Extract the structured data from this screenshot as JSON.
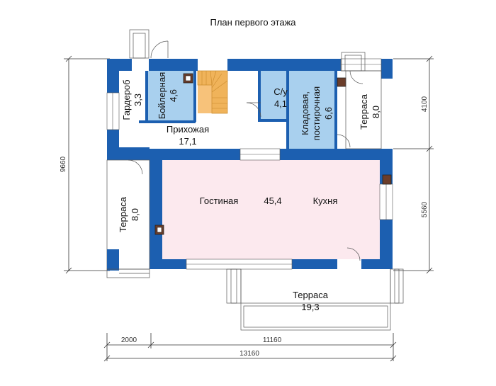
{
  "title": "План первого этажа",
  "rooms": {
    "wardrobe": {
      "name": "Гардероб",
      "area": "3,3"
    },
    "boiler": {
      "name": "Бойлерная",
      "area": "4,6"
    },
    "bath": {
      "name": "С/у",
      "area": "4,1"
    },
    "pantry": {
      "name": "Кладовая, постирочная",
      "name_line1": "Кладовая,",
      "name_line2": "постирочная",
      "area": "6,6"
    },
    "terrace_right": {
      "name": "Терраса",
      "area": "8,0"
    },
    "hall": {
      "name": "Прихожая",
      "area": "17,1"
    },
    "living": {
      "name": "Гостиная",
      "area": "45,4"
    },
    "kitchen": {
      "name": "Кухня"
    },
    "terrace_left": {
      "name": "Терраса",
      "area": "8,0"
    },
    "terrace_bottom": {
      "name": "Терраса",
      "area": "19,3"
    }
  },
  "dimensions": {
    "left_total": "9660",
    "right_top": "4100",
    "right_bottom": "5560",
    "bottom_left": "2000",
    "bottom_mid": "11160",
    "bottom_total": "13160"
  },
  "colors": {
    "wall": "#1c5fb0",
    "wet_rooms": "#a9d0ee",
    "living": "#fce9ee",
    "stairs": "#f0b35a"
  }
}
